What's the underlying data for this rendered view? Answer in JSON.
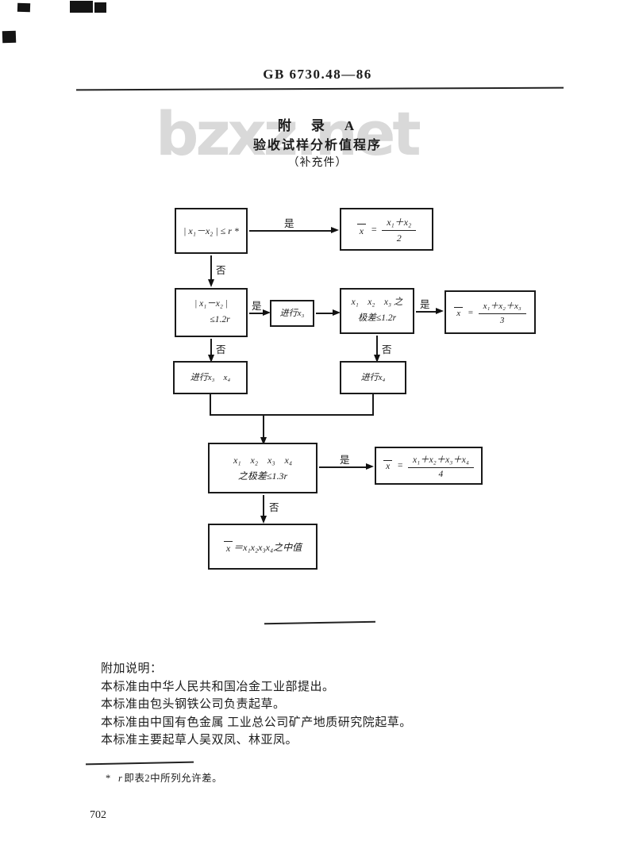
{
  "header": {
    "standard_code": "GB 6730.48—86"
  },
  "watermark": {
    "text": "bzxz.net"
  },
  "title": {
    "line1": "附　录　A",
    "line2": "验收试样分析值程序",
    "line3": "（补充件）"
  },
  "labels": {
    "yes": "是",
    "no": "否"
  },
  "fc": {
    "xbar": "x",
    "eq_sign": "=",
    "check1": "| x₁－x₂ | ≤ r *",
    "mean1": {
      "num": "x₁＋x₂",
      "den": "2"
    },
    "check2": {
      "l1": "| x₁－x₂ |",
      "l2": "≤1.2r"
    },
    "do3": "进行x₃",
    "check3": {
      "l1": "x₁　x₂　x₃ 之",
      "l2": "极差≤1.2r"
    },
    "mean2": {
      "num": "x₁＋x₂＋x₃",
      "den": "3"
    },
    "do34": "进行x₃　x₄",
    "do4": "进行x₄",
    "check4": {
      "l1": "x₁　x₂　x₃　x₄",
      "l2": "之极差≤1.3r"
    },
    "mean3": {
      "num": "x₁＋x₂＋x₃＋x₄",
      "den": "4"
    },
    "median_rest": "＝x₁x₂x₃x₄之中值"
  },
  "notes": {
    "heading": "附加说明：",
    "items": [
      "本标准由中华人民共和国冶金工业部提出。",
      "本标准由包头钢铁公司负责起草。",
      "本标准由中国有色金属 工业总公司矿产地质研究院起草。",
      "本标准主要起草人吴双凤、林亚凤。"
    ]
  },
  "footnote": {
    "marker": "*",
    "r": "r",
    "text": "即表2中所列允许差。"
  },
  "page_number": "702"
}
